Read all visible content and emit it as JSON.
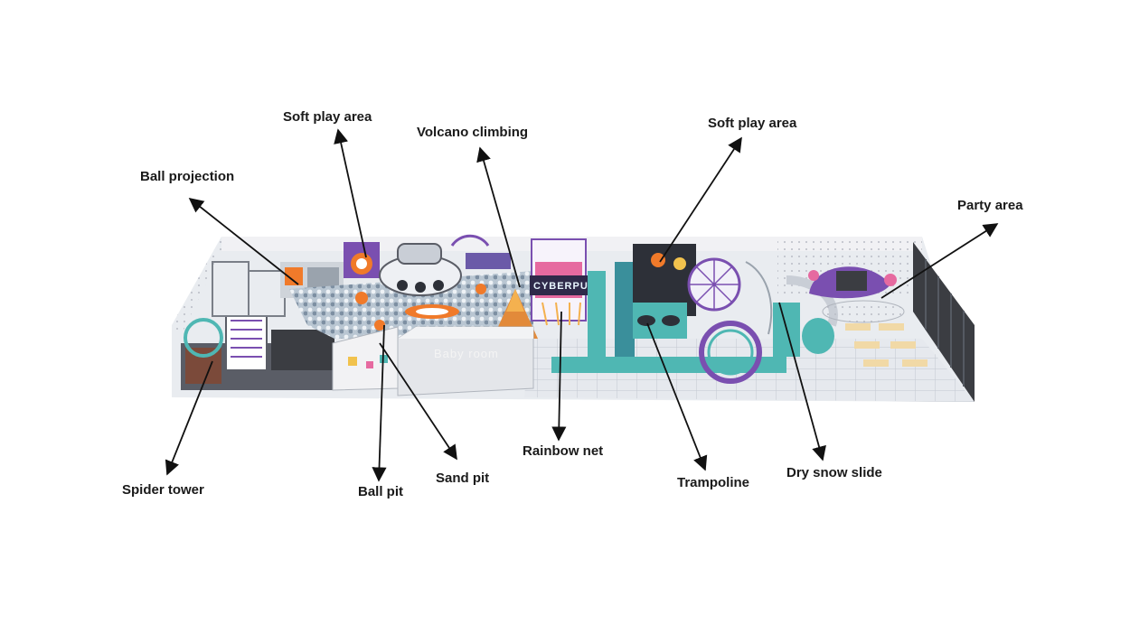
{
  "labels": {
    "soft_play_left": "Soft play area",
    "volcano": "Volcano climbing",
    "soft_play_right": "Soft play area",
    "ball_projection": "Ball projection",
    "party": "Party area",
    "spider_tower": "Spider tower",
    "ball_pit": "Ball pit",
    "sand_pit": "Sand pit",
    "rainbow_net": "Rainbow net",
    "trampoline": "Trampoline",
    "dry_snow_slide": "Dry snow slide"
  },
  "signs": {
    "cyberpunk": "CYBERPUNK",
    "room": "Baby room"
  },
  "colors": {
    "arrow": "#111111",
    "floor": "#dfe3e8",
    "wall": "#f4f4f6",
    "dark_wall": "#3b3d42",
    "teal": "#4fb7b3",
    "purple": "#7a4fb0",
    "orange": "#f07a2a",
    "pink": "#e66aa0"
  }
}
